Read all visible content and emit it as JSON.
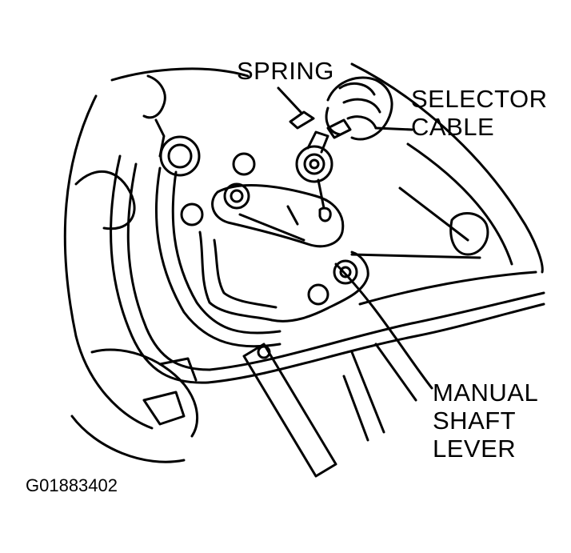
{
  "labels": {
    "spring": "SPRING",
    "selector_line1": "SELECTOR",
    "selector_line2": "CABLE",
    "manual_line1": "MANUAL",
    "manual_line2": "SHAFT",
    "manual_line3": "LEVER"
  },
  "figure_code": "G01883402",
  "colors": {
    "ink": "#000000",
    "paper": "#ffffff"
  }
}
